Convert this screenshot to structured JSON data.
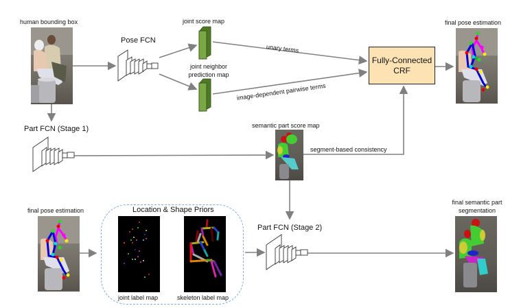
{
  "labels": {
    "human_bounding_box": "human bounding box",
    "pose_fcn": "Pose FCN",
    "joint_score_map": "joint score map",
    "joint_neighbor_prediction_map_line1": "joint neighbor",
    "joint_neighbor_prediction_map_line2": "prediction map",
    "unary_terms": "unary terms",
    "pairwise_terms": "image-dependent pairwise terms",
    "crf_line1": "Fully-Connected",
    "crf_line2": "CRF",
    "final_pose_estimation_top": "final pose estimation",
    "part_fcn_stage1": "Part FCN (Stage 1)",
    "semantic_part_score_map": "semantic part score map",
    "segment_based_consistency": "segment-based consistency",
    "final_pose_estimation_bottom": "final pose estimation",
    "location_shape_priors": "Location & Shape Priors",
    "joint_label_map": "joint label map",
    "skeleton_label_map": "skeleton label map",
    "part_fcn_stage2": "Part FCN (Stage 2)",
    "final_semantic_part_line1": "final semantic part",
    "final_semantic_part_line2": "segmentation"
  },
  "colors": {
    "crf_fill": "#fde3b4",
    "map_green": "#6b9a3a",
    "arrow_gray": "#808080",
    "priors_border": "#7ab0e0"
  }
}
